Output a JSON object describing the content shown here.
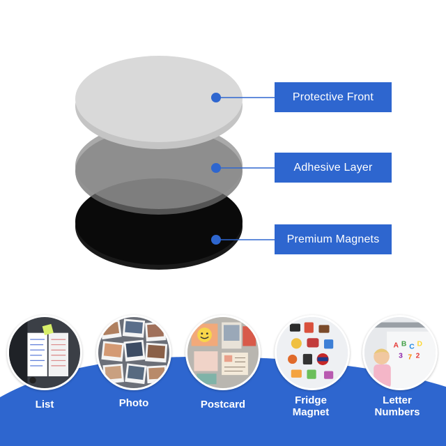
{
  "layers": [
    {
      "label": "Protective Front",
      "color": "#d9d9d9"
    },
    {
      "label": "Adhesive Layer",
      "color": "#8c8c8c"
    },
    {
      "label": "Premium Magnets",
      "color": "#0a0a0a"
    }
  ],
  "accent_color": "#2e66cf",
  "uses": [
    {
      "label_line1": "List",
      "label_line2": "",
      "icon": "list-photo"
    },
    {
      "label_line1": "Photo",
      "label_line2": "",
      "icon": "photo-collage"
    },
    {
      "label_line1": "Postcard",
      "label_line2": "",
      "icon": "postcard-board"
    },
    {
      "label_line1": "Fridge",
      "label_line2": "Magnet",
      "icon": "fridge-magnets"
    },
    {
      "label_line1": "Letter",
      "label_line2": "Numbers",
      "icon": "letter-magnets"
    }
  ]
}
